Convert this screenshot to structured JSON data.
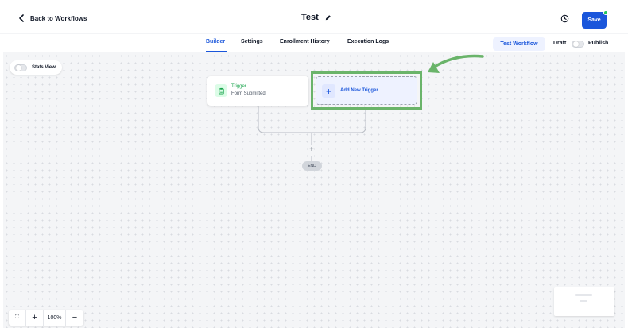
{
  "header": {
    "back_label": "Back to Workflows",
    "workflow_title": "Test",
    "save_label": "Save"
  },
  "nav": {
    "tabs": [
      {
        "label": "Builder",
        "active": true
      },
      {
        "label": "Settings",
        "active": false
      },
      {
        "label": "Enrollment History",
        "active": false
      },
      {
        "label": "Execution Logs",
        "active": false
      }
    ],
    "test_workflow_label": "Test Workflow",
    "draft_label": "Draft",
    "publish_label": "Publish"
  },
  "canvas": {
    "stats_view_label": "Stats View",
    "trigger_card": {
      "title": "Trigger",
      "subtitle": "Form Submitted",
      "icon": "clipboard-icon"
    },
    "add_trigger": {
      "plus": "+",
      "label": "Add New Trigger"
    },
    "add_step_plus": "+",
    "end_label": "END"
  },
  "zoom": {
    "fit": "⛶",
    "plus": "+",
    "level": "100%",
    "minus": "−"
  },
  "colors": {
    "accent": "#1a56db",
    "highlight": "#6ab46a",
    "trigger_green": "#16a34a"
  }
}
